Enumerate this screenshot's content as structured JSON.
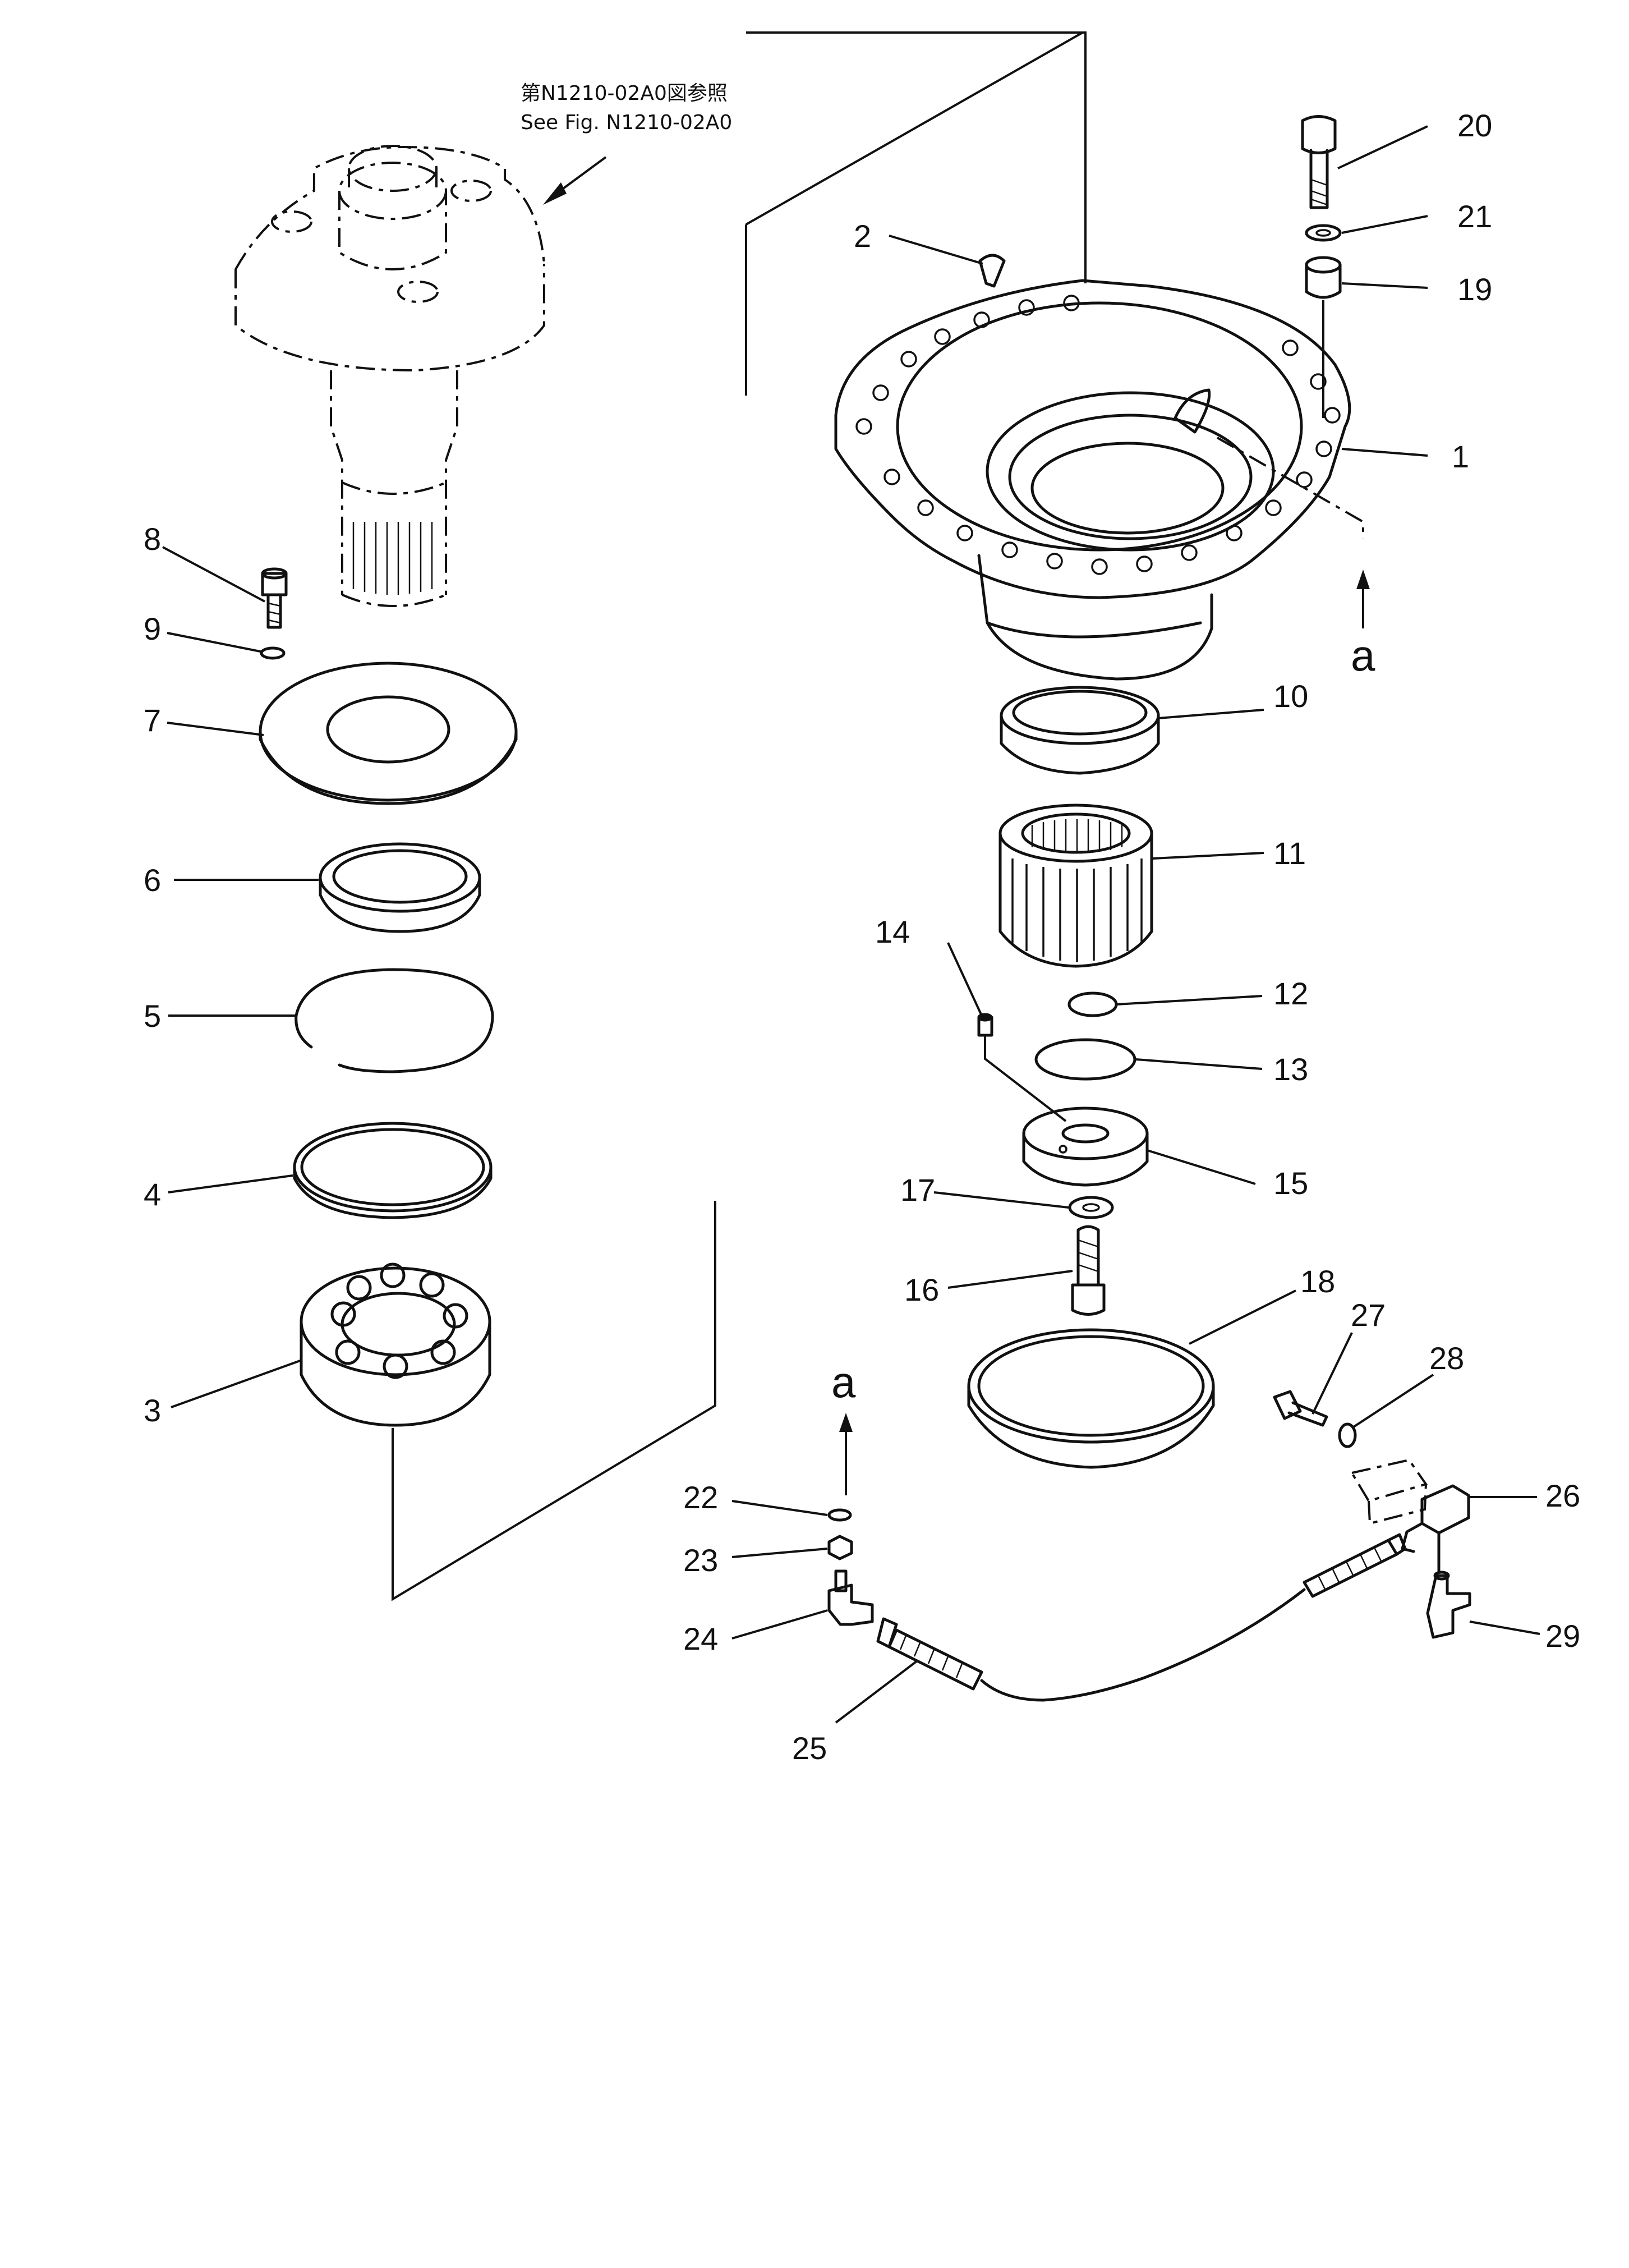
{
  "reference_note": {
    "line_jp": "第N1210-02A0図参照",
    "line_en": "See  Fig. N1210-02A0"
  },
  "view_markers": {
    "upper": "a",
    "lower": "a"
  },
  "callouts": {
    "p1": "1",
    "p2": "2",
    "p3": "3",
    "p4": "4",
    "p5": "5",
    "p6": "6",
    "p7": "7",
    "p8": "8",
    "p9": "9",
    "p10": "10",
    "p11": "11",
    "p12": "12",
    "p13": "13",
    "p14": "14",
    "p15": "15",
    "p16": "16",
    "p17": "17",
    "p18": "18",
    "p19": "19",
    "p20": "20",
    "p21": "21",
    "p22": "22",
    "p23": "23",
    "p24": "24",
    "p25": "25",
    "p26": "26",
    "p27": "27",
    "p28": "28",
    "p29": "29"
  }
}
